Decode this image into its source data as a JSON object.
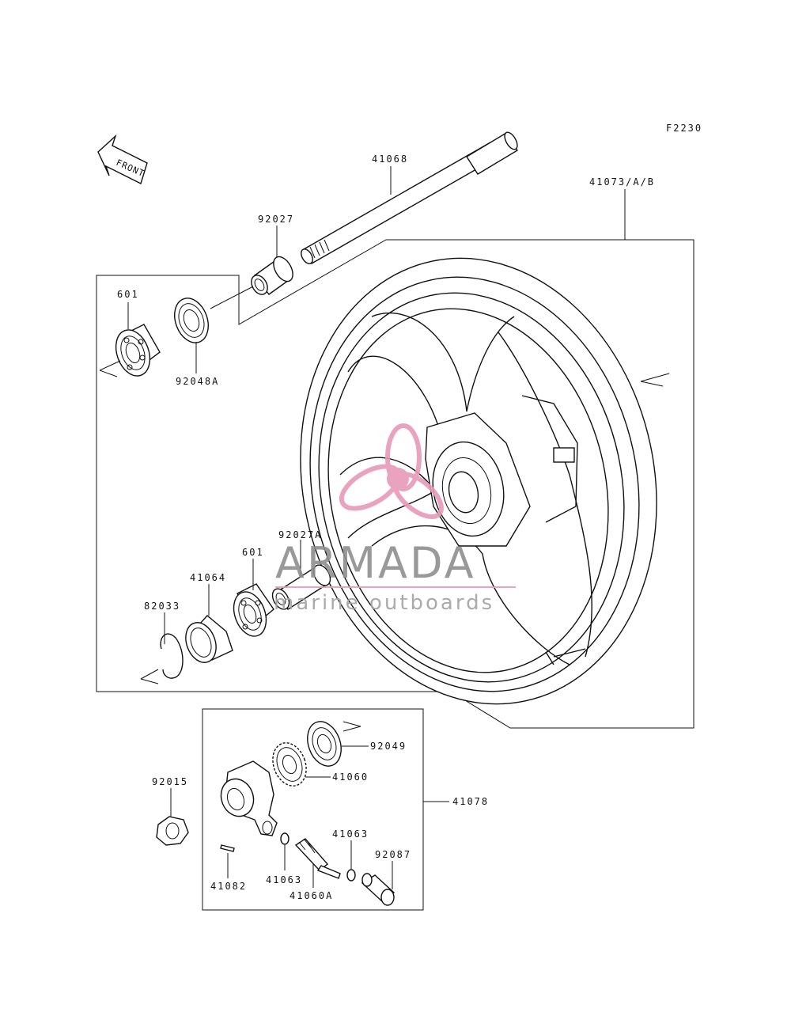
{
  "figure_code": "F2230",
  "front_label": "FRONT",
  "watermark": {
    "title": "ARMADA",
    "subtitle": "marine outboards",
    "logo_color": "#e79ab8"
  },
  "labels": {
    "axle": "41068",
    "wheel": "41073/A/B",
    "collar_left": "92027",
    "bearing_left": "601",
    "seal_left": "92048A",
    "collar_right": "92027A",
    "bearing_right": "601",
    "coupling": "41064",
    "circlip": "82033",
    "seal_gear": "92049",
    "gear": "41060",
    "gearbox_assy": "41078",
    "nut": "92015",
    "washer_a": "41063",
    "washer_b": "41063",
    "pinion": "41060A",
    "pin": "41082",
    "bushing": "92087"
  }
}
